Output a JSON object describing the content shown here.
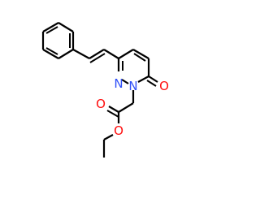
{
  "molecule": {
    "atoms": {
      "ring_n1": {
        "symbol": "N",
        "color": "#3050f8"
      },
      "ring_n2": {
        "symbol": "N",
        "color": "#3050f8"
      },
      "carbonyl_o": {
        "symbol": "O",
        "color": "#ff0d0d"
      },
      "ester_carbonyl_o": {
        "symbol": "O",
        "color": "#ff0d0d"
      },
      "ester_o": {
        "symbol": "O",
        "color": "#ff0d0d"
      }
    },
    "bond_color": "#000000"
  }
}
